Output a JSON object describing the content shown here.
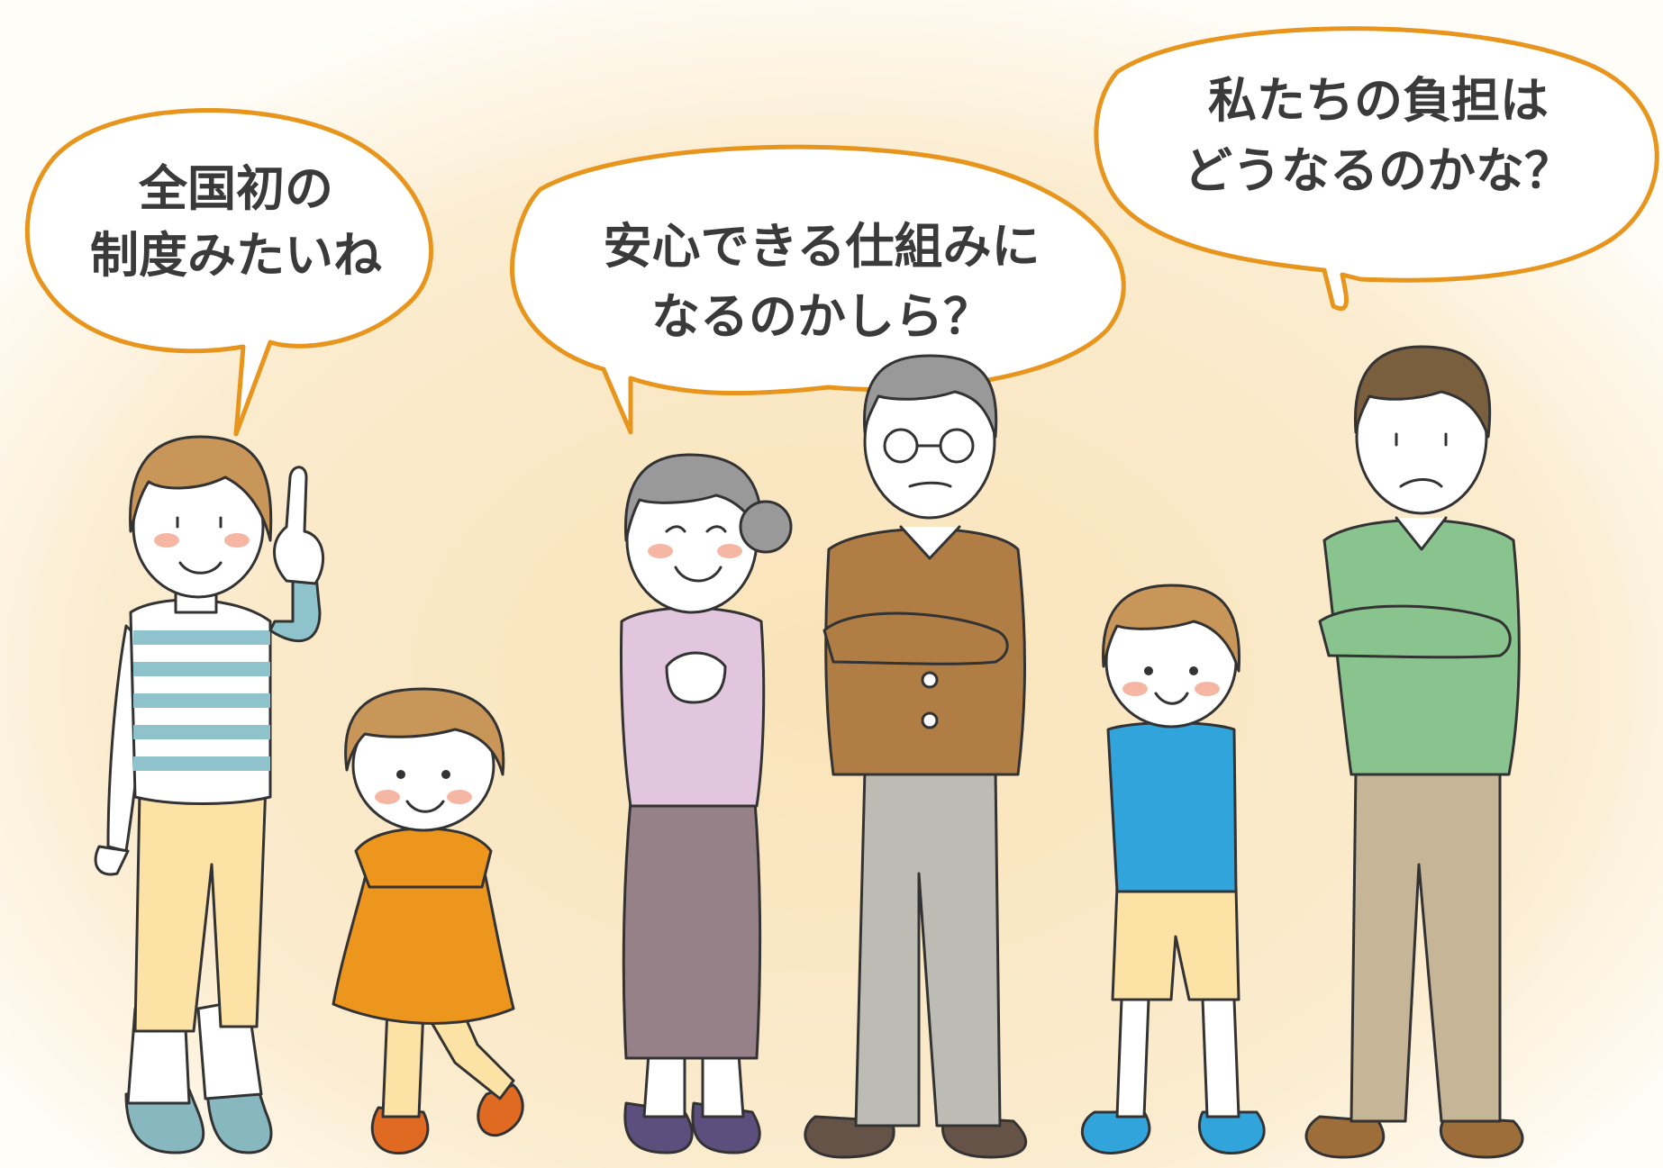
{
  "bubbles": {
    "mother": {
      "line1": "全国初の",
      "line2": "制度みたいね"
    },
    "grandmother": {
      "line1": "安心できる仕組みに",
      "line2": "なるのかしら？"
    },
    "father": {
      "line1": "私たちの負担は",
      "line2": "どうなるのかな？"
    }
  },
  "colors": {
    "bubble_outline": "#e8951e",
    "background_glow": "#fbe9c4",
    "mother_stripes": "#8fc3cc",
    "girl_dress": "#ed961e",
    "grandmother_top": "#e2c6de",
    "grandmother_skirt": "#978189",
    "grandfather_cardigan": "#b07d45",
    "boy_shirt": "#31a4dc",
    "father_sweater": "#89c48e",
    "father_pants": "#c6b597"
  },
  "characters": [
    {
      "role": "mother",
      "expression": "smiling, finger raised"
    },
    {
      "role": "girl",
      "expression": "smiling"
    },
    {
      "role": "grandmother",
      "expression": "smiling, hands clasped"
    },
    {
      "role": "grandfather",
      "expression": "arms crossed, glasses"
    },
    {
      "role": "boy",
      "expression": "smiling"
    },
    {
      "role": "father",
      "expression": "worried, arms crossed"
    }
  ]
}
